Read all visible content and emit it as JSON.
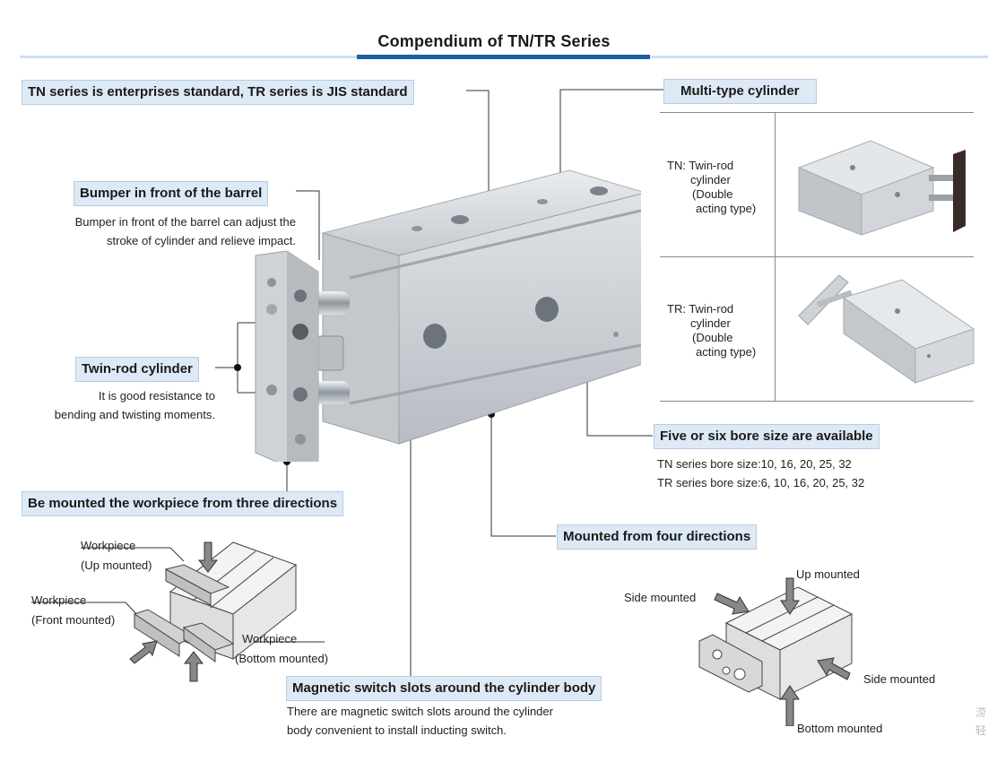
{
  "header": {
    "title": "Compendium of TN/TR Series"
  },
  "callouts": {
    "standard": "TN series is enterprises standard, TR series is JIS standard",
    "multi_type": "Multi-type cylinder",
    "bumper": {
      "label": "Bumper in front of the barrel",
      "desc_line1": "Bumper in front of the barrel can adjust the",
      "desc_line2": "stroke of cylinder and relieve impact."
    },
    "twin_rod": {
      "label": "Twin-rod cylinder",
      "desc_line1": "It is good resistance to",
      "desc_line2": "bending and twisting moments."
    },
    "bore": {
      "label": "Five or six bore size are available",
      "tn": "TN series bore size:10, 16, 20, 25, 32",
      "tr": "TR series bore size:6, 10, 16, 20, 25, 32"
    },
    "three_dir": "Be mounted the workpiece from three directions",
    "four_dir": "Mounted from four directions",
    "magnetic": {
      "label": "Magnetic switch slots around the cylinder body",
      "desc_line1": "There are magnetic switch slots around the cylinder",
      "desc_line2": "body convenient to install inducting switch."
    }
  },
  "multi_table": {
    "tn": [
      "TN: Twin-rod",
      "cylinder",
      "(Double",
      "acting type)"
    ],
    "tr": [
      "TR: Twin-rod",
      "cylinder",
      "(Double",
      "acting type)"
    ]
  },
  "workpiece_labels": {
    "up_1": "Workpiece",
    "up_2": "(Up mounted)",
    "front_1": "Workpiece",
    "front_2": "(Front mounted)",
    "bottom_1": "Workpiece",
    "bottom_2": "(Bottom mounted)"
  },
  "mount_labels": {
    "up": "Up mounted",
    "side_left": "Side mounted",
    "side_right": "Side mounted",
    "bottom": "Bottom mounted"
  },
  "margin_text": {
    "line1": "涝",
    "line2": "轻"
  },
  "colors": {
    "accent": "#1e5fa8",
    "label_bg": "#dde9f5",
    "rule_light": "#cfe0ef"
  }
}
